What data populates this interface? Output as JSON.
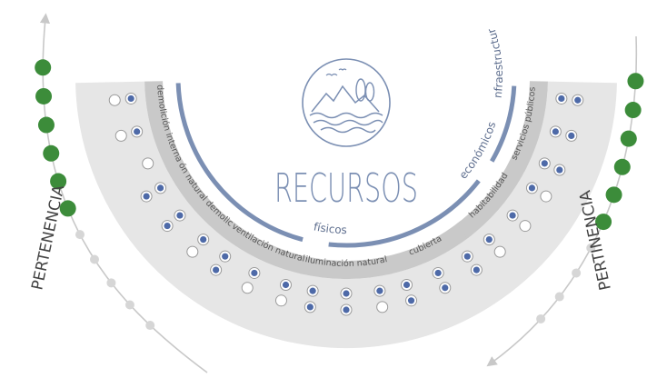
{
  "center": {
    "title": "RECURSOS",
    "logo_icon": "lake-landscape-icon"
  },
  "arc_categories": [
    {
      "id": "fisicos",
      "label": "físicos"
    },
    {
      "id": "economicos",
      "label": "económicos"
    },
    {
      "id": "infraestructura",
      "label": "infraestructura"
    }
  ],
  "segments": [
    {
      "id": "demolicion-interna",
      "label": "demolición interna",
      "dots_filled": 2,
      "dots_empty": 3
    },
    {
      "id": "demolicion-natural",
      "label": "ventilación natural demolición total",
      "dots_filled": 5,
      "dots_empty": 1
    },
    {
      "id": "ventilacion-natural",
      "label": "ventilación natural",
      "dots_filled": 4,
      "dots_empty": 2
    },
    {
      "id": "iluminacion-natural",
      "label": "iluminación natural",
      "dots_filled": 5,
      "dots_empty": 1
    },
    {
      "id": "cubierta",
      "label": "cubierta",
      "dots_filled": 6,
      "dots_empty": 0
    },
    {
      "id": "habitabilidad",
      "label": "habitabilidad",
      "dots_filled": 3,
      "dots_empty": 3
    },
    {
      "id": "servicios-publicos",
      "label": "servicios públicos",
      "dots_filled": 6,
      "dots_empty": 0
    }
  ],
  "scales": {
    "left": {
      "label": "PERTENENCIA",
      "green_dots": 6,
      "gray_dots": 5
    },
    "right": {
      "label": "PERTINENCIA",
      "green_dots": 6,
      "gray_dots": 4
    }
  },
  "colors": {
    "accent_blue": "#7b8fb3",
    "dot_blue": "#4e6aa8",
    "green": "#3c8c3a",
    "gray_light": "#e6e6e6",
    "gray_dark": "#c9c9c9"
  }
}
